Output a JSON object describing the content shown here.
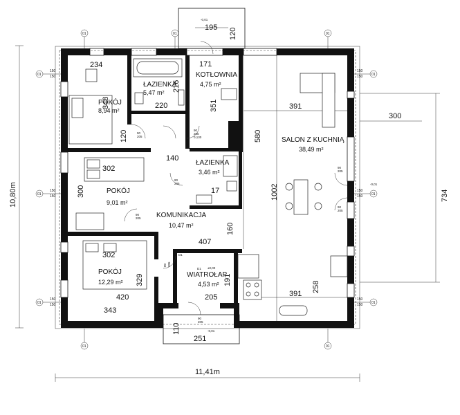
{
  "rooms": [
    {
      "name": "POKÓJ",
      "area": "8,94 m²"
    },
    {
      "name": "ŁAZIENKA",
      "area": "5,47 m²"
    },
    {
      "name": "KOTŁOWNIA",
      "area": "4,75 m²"
    },
    {
      "name": "SALON Z KUCHNIĄ",
      "area": "38,49 m²"
    },
    {
      "name": "ŁAZIENKA",
      "area": "3,46 m²"
    },
    {
      "name": "POKÓJ",
      "area": "9,01 m²"
    },
    {
      "name": "KOMUNIKACJA",
      "area": "10,47 m²"
    },
    {
      "name": "POKÓJ",
      "area": "12,29 m²"
    },
    {
      "name": "WIATROŁAP",
      "area": "4,53 m²"
    }
  ],
  "dimensions": {
    "overall_width": "11,41m",
    "overall_height": "10,80m",
    "d195": "195",
    "d120": "120",
    "d171": "171",
    "d234": "234",
    "d216": "216",
    "d348": "348",
    "d220": "220",
    "d351": "351",
    "d391a": "391",
    "d300a": "300",
    "d120b": "120",
    "d580": "580",
    "d140": "140",
    "d302a": "302",
    "d300b": "300",
    "d17": "17",
    "d1002": "1002",
    "d734": "734",
    "d160": "160",
    "d407": "407",
    "d302b": "302",
    "d329": "329",
    "d191": "191",
    "d258": "258",
    "d420": "420",
    "d205": "205",
    "d391b": "391",
    "d343": "343",
    "d110": "110",
    "d251": "251"
  },
  "axis_labels": {
    "a": "01",
    "b": "150",
    "c": "150",
    "d": "01"
  },
  "door_labels": {
    "d90": "90",
    "d205": "205",
    "d80": "80",
    "d0130": "0,130",
    "dD1": "D1",
    "level": "±0,00",
    "level2": "-0,01"
  },
  "colors": {
    "wall": "#111111",
    "line": "#222222",
    "background": "#ffffff"
  }
}
